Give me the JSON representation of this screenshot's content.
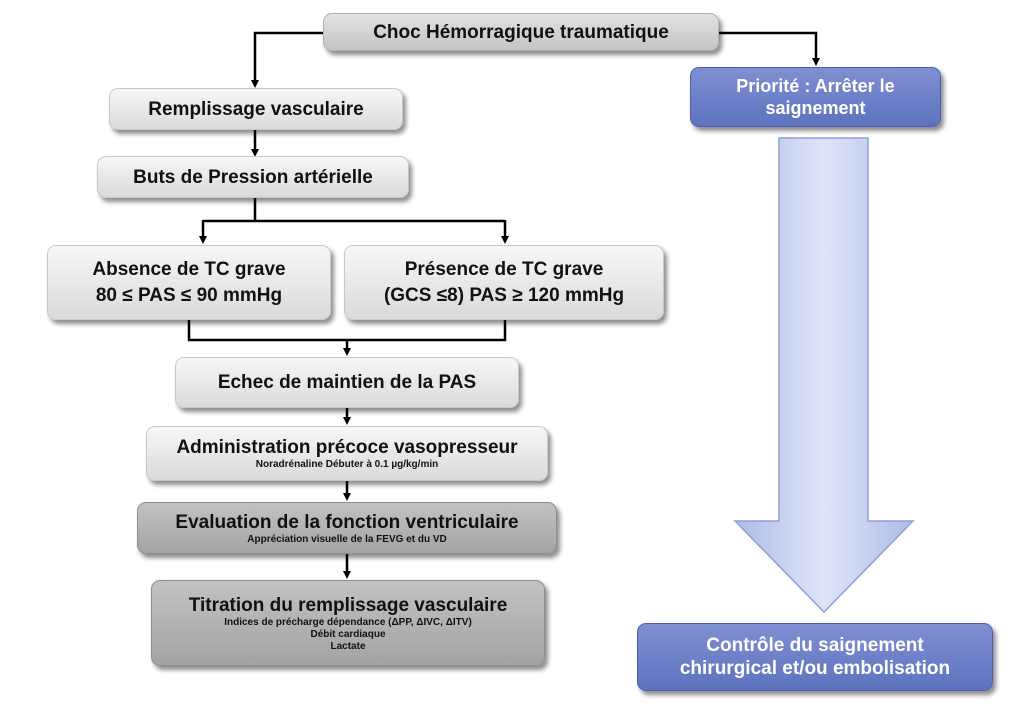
{
  "top": {
    "title": "Choc Hémorragique traumatique"
  },
  "left": {
    "remplissage": "Remplissage vasculaire",
    "buts": "Buts de Pression artérielle",
    "absence": {
      "line1": "Absence de TC grave",
      "line2": "80 ≤ PAS ≤ 90 mmHg"
    },
    "presence": {
      "line1": "Présence de TC grave",
      "line2": "(GCS ≤8) PAS ≥ 120 mmHg"
    },
    "echec": "Echec de maintien de la PAS",
    "admin": {
      "title": "Administration précoce vasopresseur",
      "sub": "Noradrénaline Débuter à 0.1 µg/kg/min"
    },
    "evaluation": {
      "title": "Evaluation de la fonction ventriculaire",
      "sub": "Appréciation visuelle de la FEVG et du VD"
    },
    "titration": {
      "title": "Titration du remplissage vasculaire",
      "items": [
        "Indices de précharge dépendance (ΔPP, ΔIVC, ΔITV)",
        "Débit cardiaque",
        "Lactate"
      ]
    }
  },
  "right": {
    "priorite": {
      "line1": "Priorité : Arrêter le",
      "line2": "saignement"
    },
    "controle": {
      "line1": "Contrôle du saignement",
      "line2": "chirurgical et/ou embolisation"
    }
  },
  "colors": {
    "accent_blue": "#6576c6",
    "arrow_fill": "#c9d2f2",
    "box_gray": "#d9d9d9",
    "box_dark": "#a9a9a9"
  }
}
